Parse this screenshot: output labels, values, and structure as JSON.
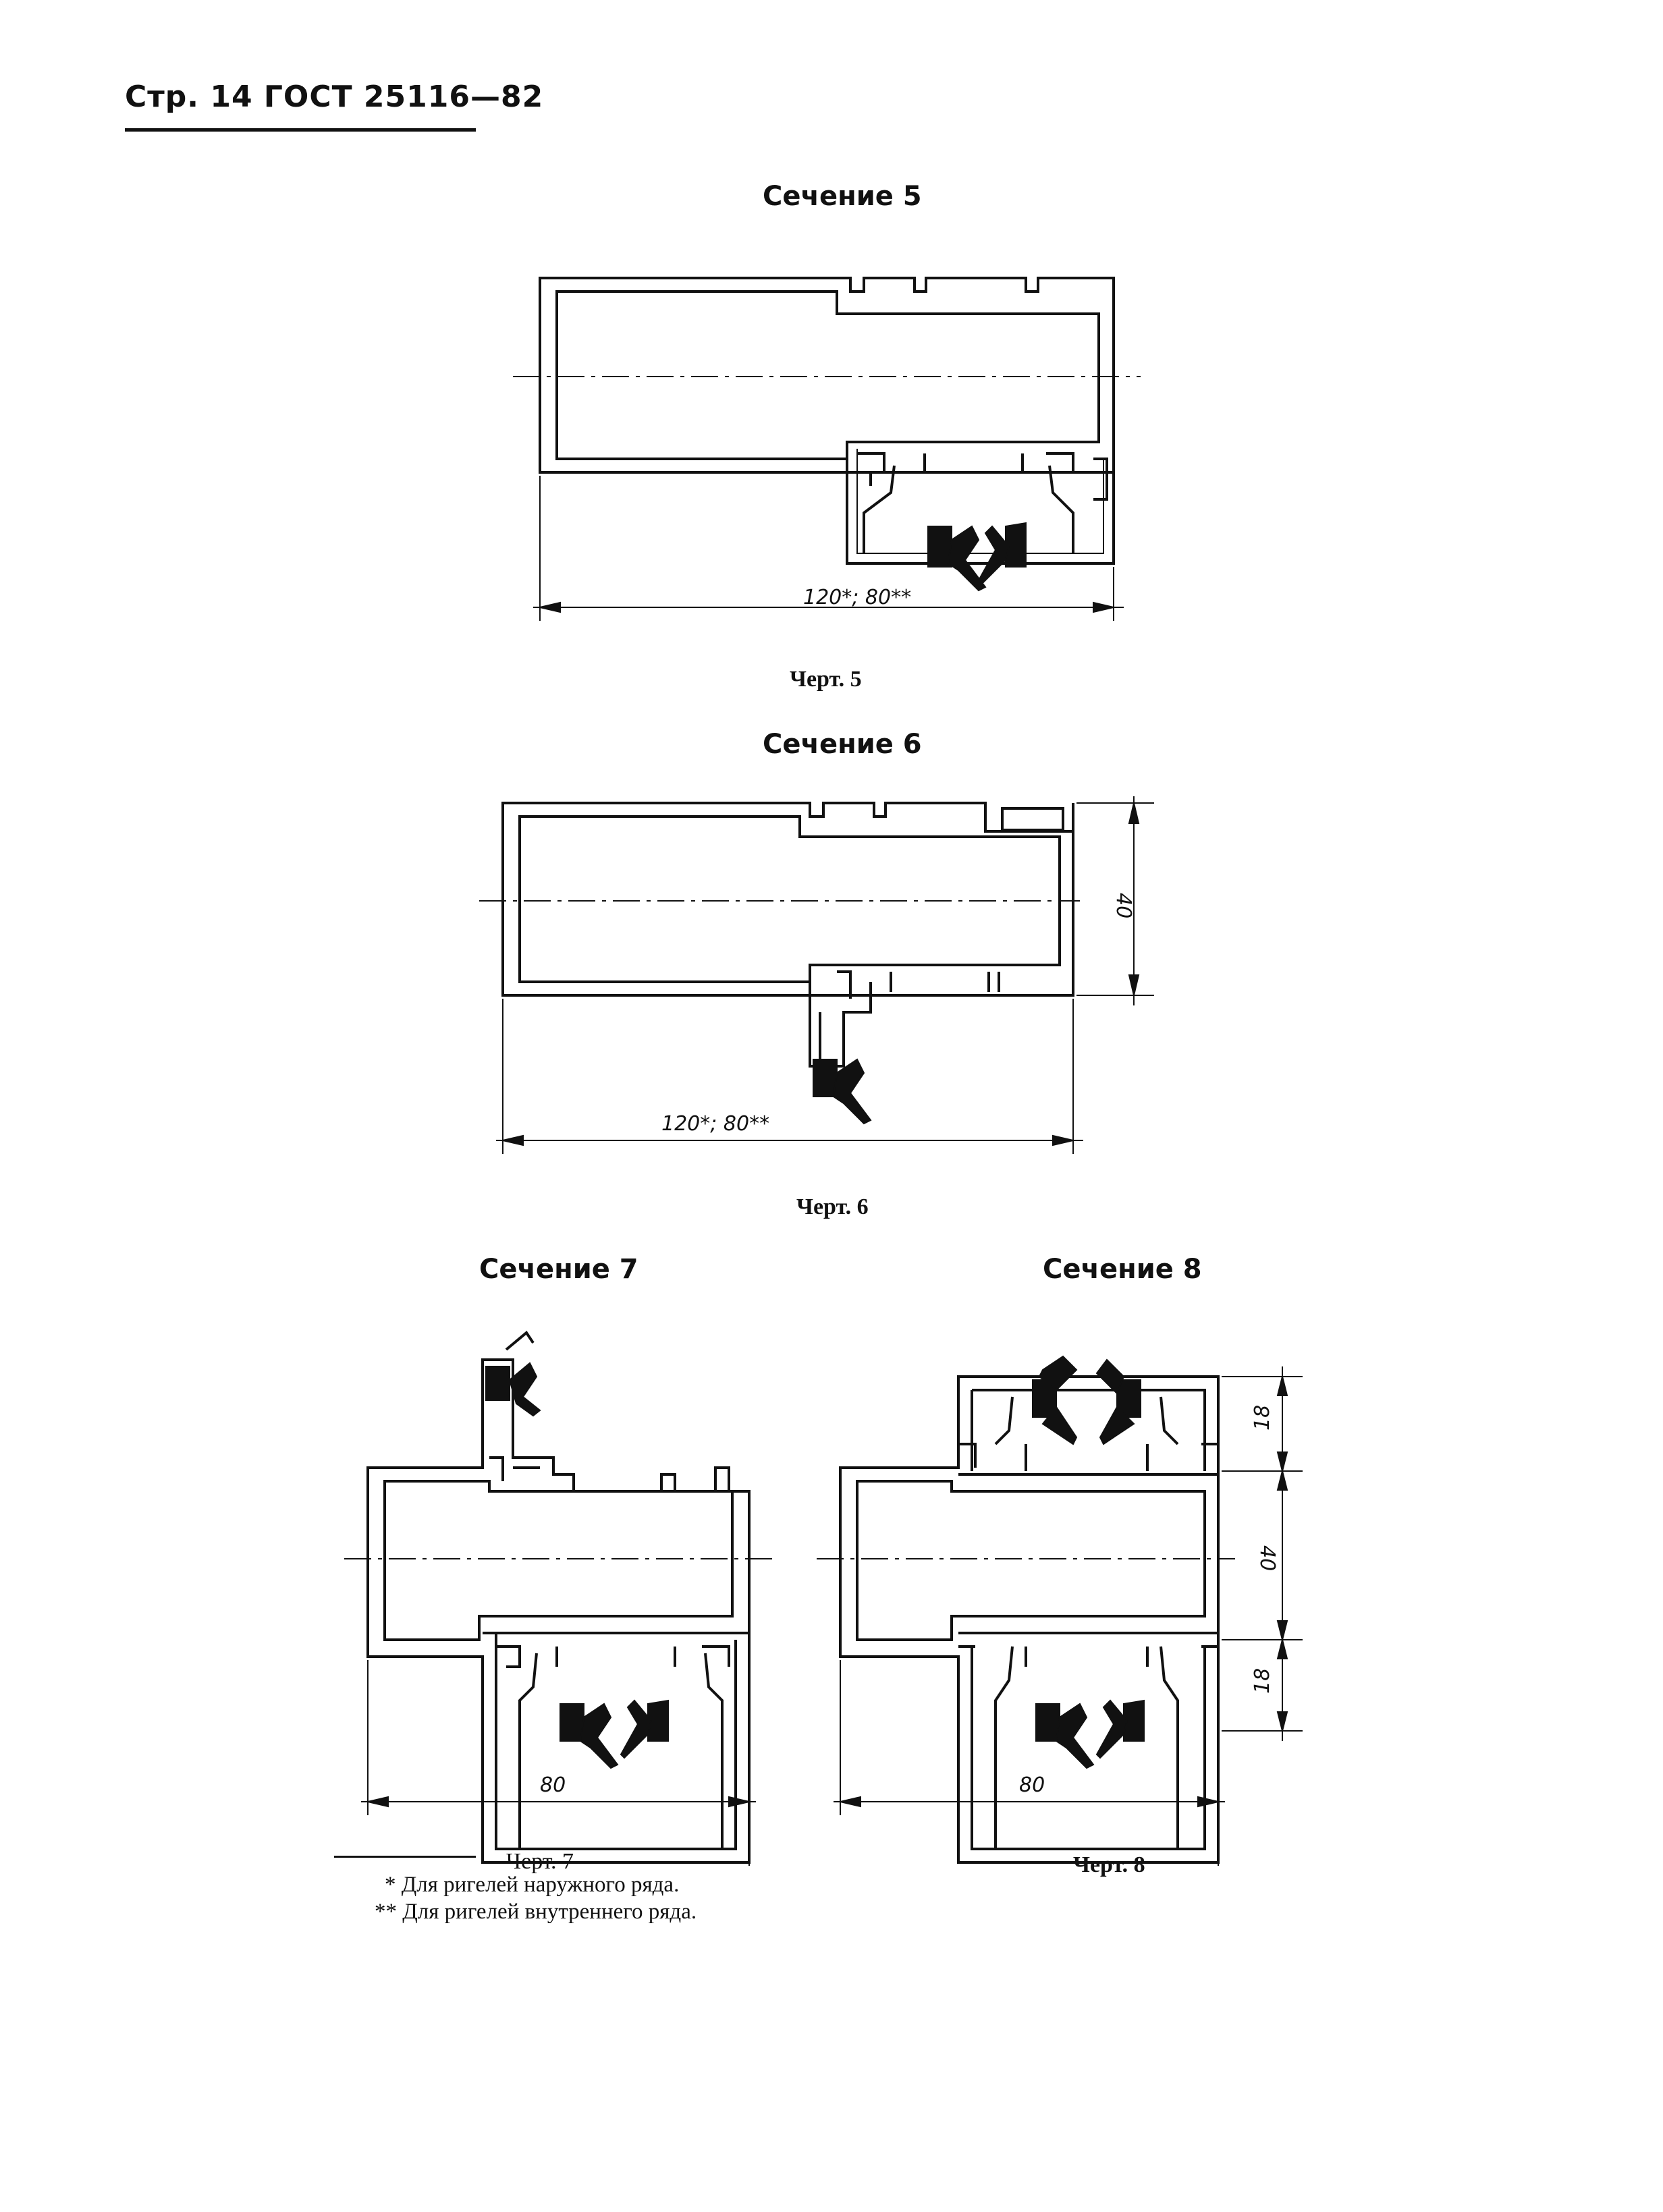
{
  "header": {
    "text": "Стр. 14 ГОСТ 25116—82"
  },
  "sections": [
    {
      "title": "Сечение 5",
      "caption": "Черт. 5",
      "dimension": "120*; 80**"
    },
    {
      "title": "Сечение 6",
      "caption": "Черт. 6",
      "dimension": "120*; 80**",
      "height_dimension": "40"
    },
    {
      "title": "Сечение 7",
      "caption": "Черт. 7",
      "dimension": "80"
    },
    {
      "title": "Сечение 8",
      "caption": "Черт. 8",
      "dimension": "80",
      "dim_top": "18",
      "dim_middle": "40",
      "dim_bottom": "18"
    }
  ],
  "footnotes": [
    "* Для ригелей наружного ряда.",
    "** Для ригелей внутреннего ряда."
  ]
}
